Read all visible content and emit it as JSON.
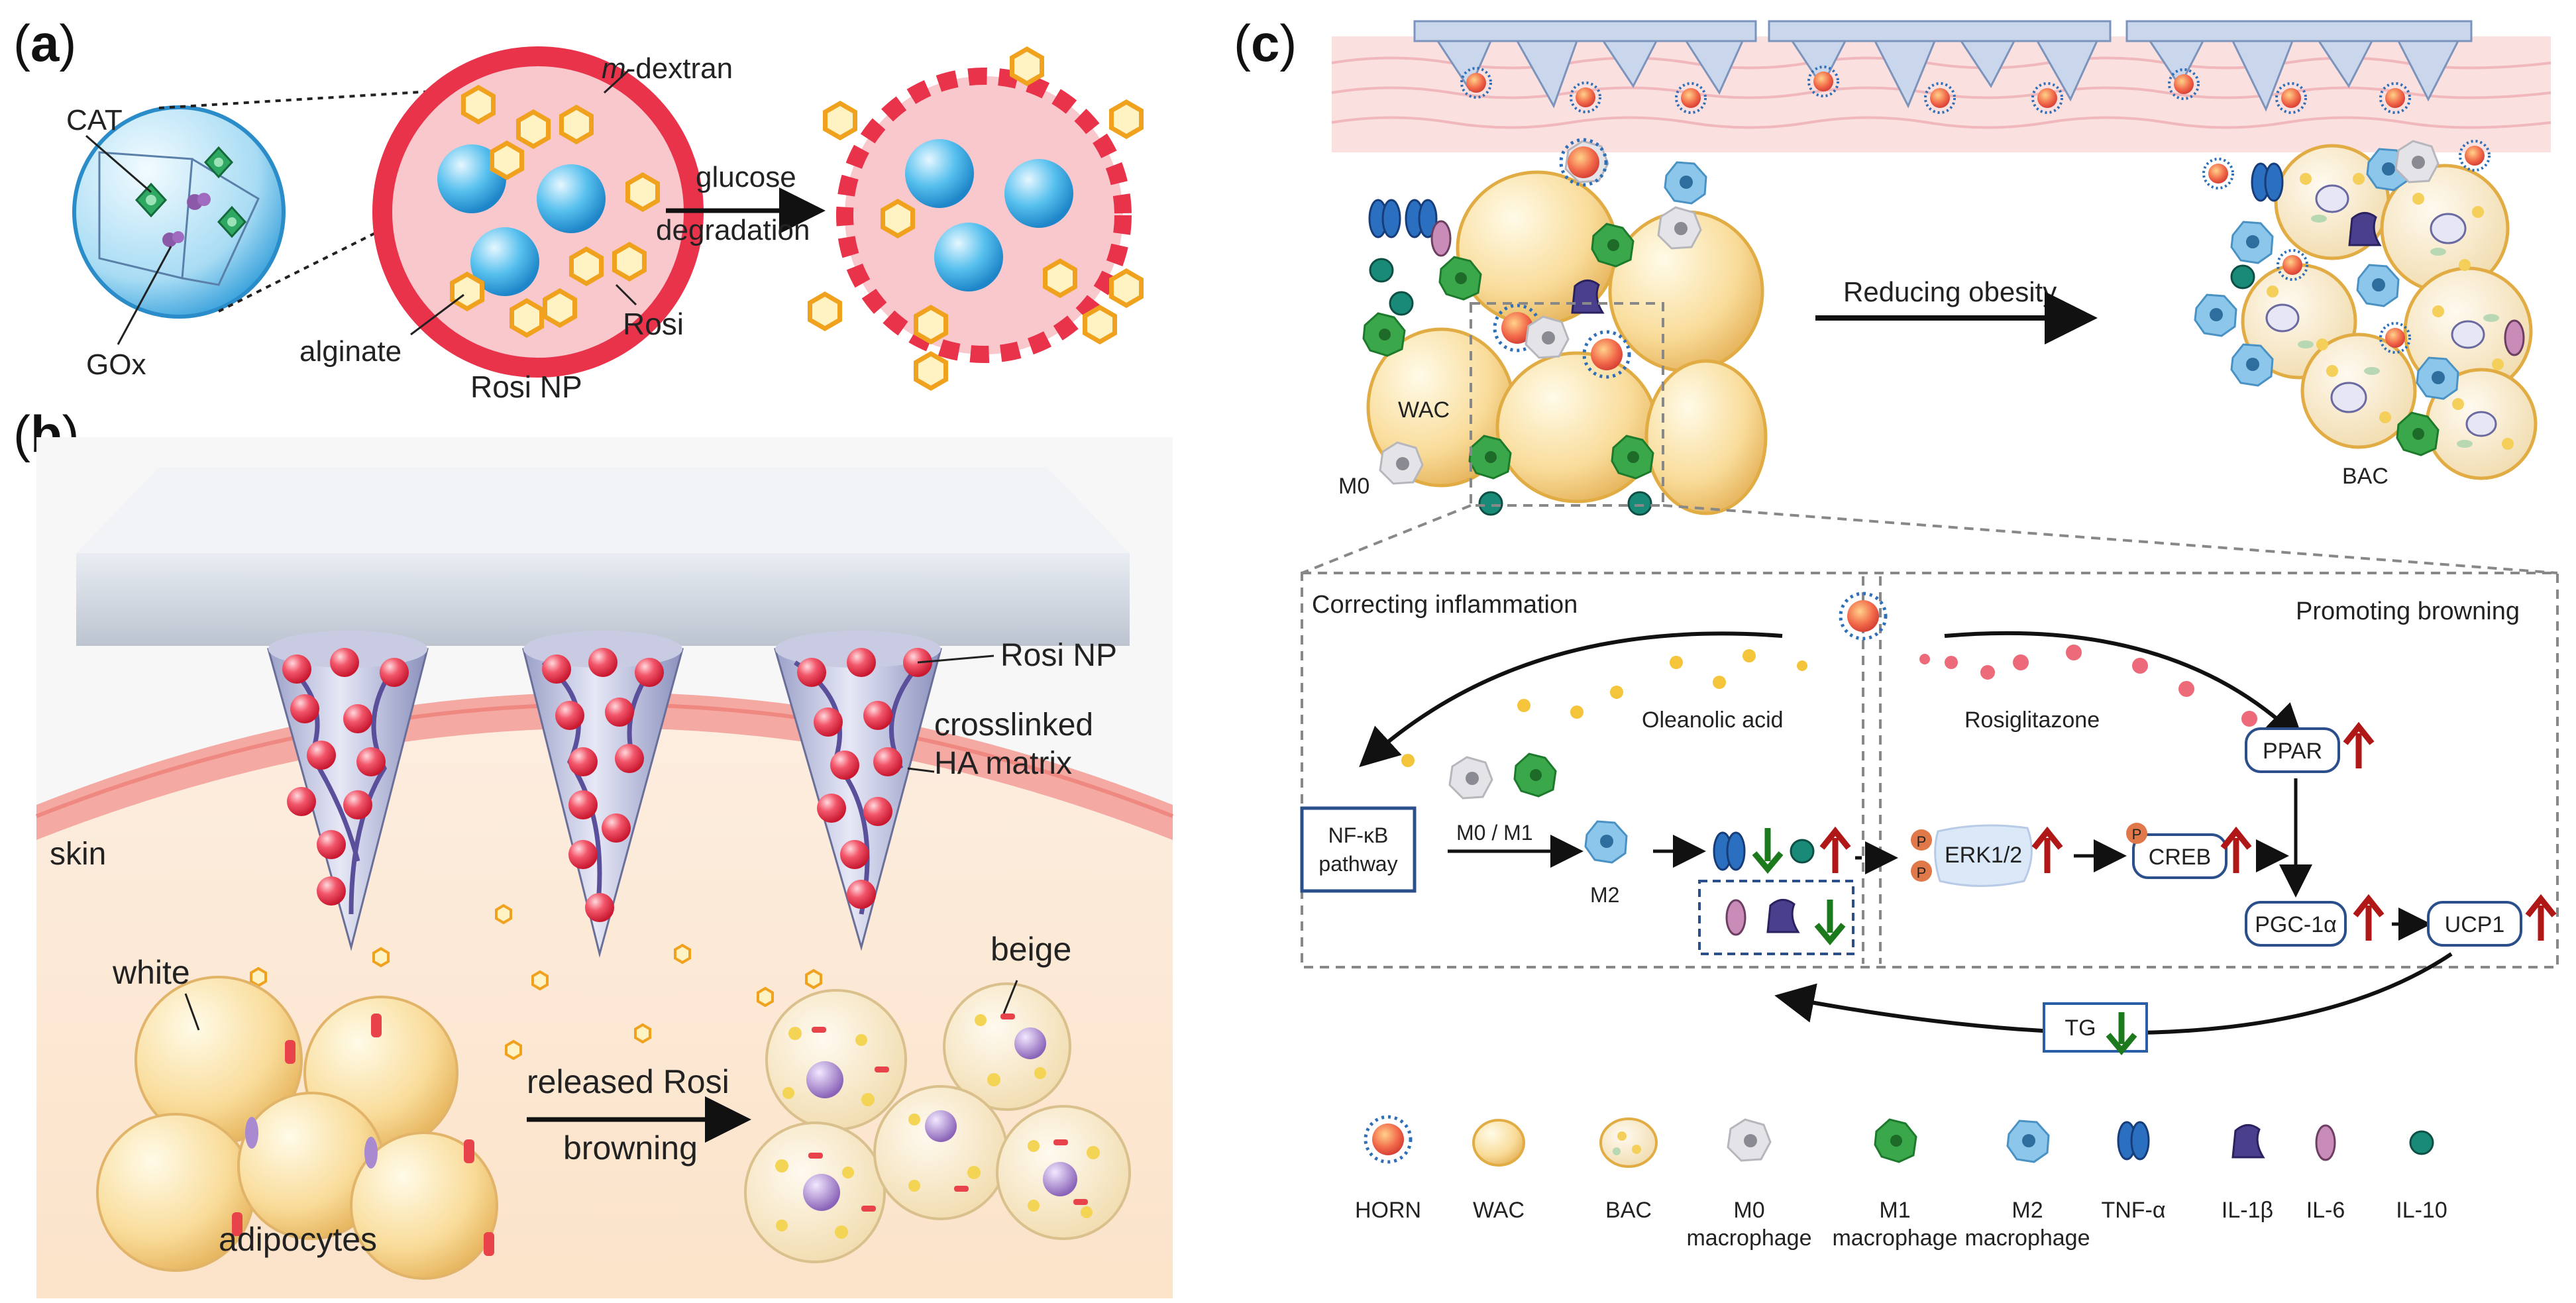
{
  "panel_a": {
    "label": "a",
    "cat": "CAT",
    "gox": "GOx",
    "m_dextran_italic": "m",
    "m_dextran_rest": "-dextran",
    "alginate": "alginate",
    "rosi": "Rosi",
    "rosi_np": "Rosi NP",
    "glucose": "glucose",
    "degradation": "degradation"
  },
  "panel_b": {
    "label": "b",
    "rosi_np": "Rosi NP",
    "crosslinked": "crosslinked",
    "ha_matrix": "HA matrix",
    "skin": "skin",
    "white": "white",
    "beige": "beige",
    "released_rosi": "released Rosi",
    "browning": "browning",
    "adipocytes": "adipocytes"
  },
  "panel_c": {
    "label": "c",
    "wac": "WAC",
    "m0": "M0",
    "bac": "BAC",
    "reducing_obesity": "Reducing obesity",
    "correcting_inflammation": "Correcting inflammation",
    "promoting_browning": "Promoting browning",
    "oleanolic_acid": "Oleanolic acid",
    "rosiglitazone": "Rosiglitazone",
    "nfkb_line1": "NF-κB",
    "nfkb_line2": "pathway",
    "m0_m1": "M0 / M1",
    "m2": "M2",
    "p": "P",
    "erk": "ERK1/2",
    "creb": "CREB",
    "ppar": "PPAR",
    "pgc": "PGC-1α",
    "ucp1": "UCP1",
    "tg": "TG",
    "legend": [
      {
        "l1": "HORN",
        "l2": ""
      },
      {
        "l1": "WAC",
        "l2": ""
      },
      {
        "l1": "BAC",
        "l2": ""
      },
      {
        "l1": "M0",
        "l2": "macrophage"
      },
      {
        "l1": "M1",
        "l2": "macrophage"
      },
      {
        "l1": "M2",
        "l2": "macrophage"
      },
      {
        "l1": "TNF-α",
        "l2": ""
      },
      {
        "l1": "IL-1β",
        "l2": ""
      },
      {
        "l1": "IL-6",
        "l2": ""
      },
      {
        "l1": "IL-10",
        "l2": ""
      }
    ]
  },
  "colors": {
    "np_red": "#e8334a",
    "np_pink": "#f8c8cc",
    "vesicle_blue": "#3fa7dc",
    "rosi_yellow": "#f6c33a",
    "adipocyte": "#f3c878",
    "skin_band": "#f2a0a0",
    "up_arrow": "#b01818",
    "down_arrow": "#1c7a1c",
    "box_blue": "#2a4f8a"
  }
}
